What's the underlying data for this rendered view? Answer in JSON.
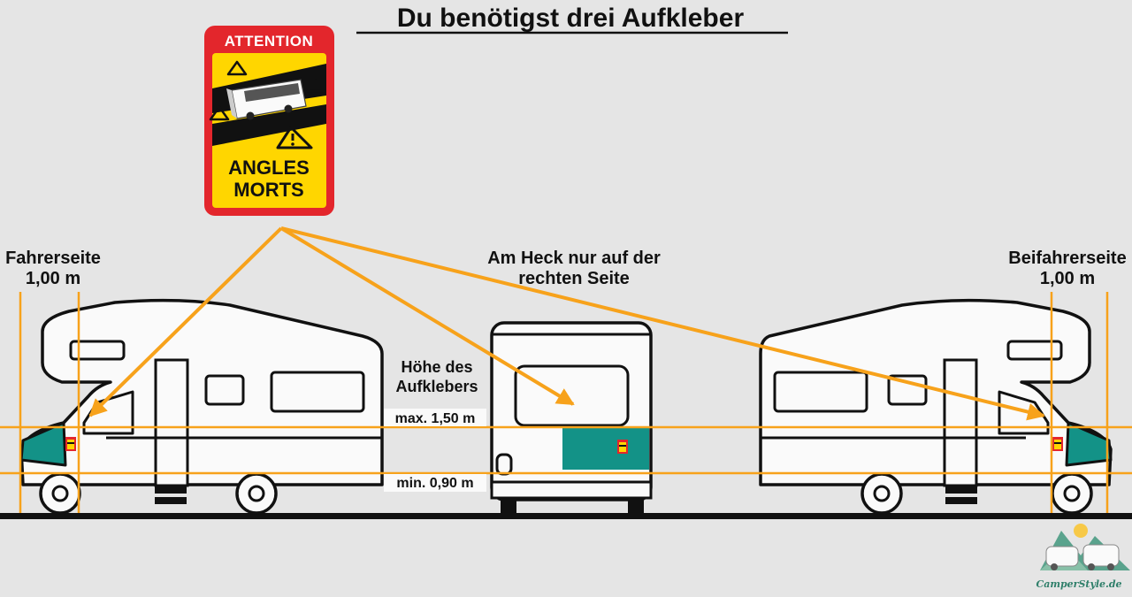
{
  "title": "Du benötigst drei Aufkleber",
  "sticker": {
    "top": "ATTENTION",
    "line1": "ANGLES",
    "line2": "MORTS"
  },
  "left": {
    "label": "Fahrerseite",
    "distance": "1,00 m"
  },
  "right": {
    "label": "Beifahrerseite",
    "distance": "1,00 m"
  },
  "rear": {
    "line1": "Am Heck nur auf der",
    "line2": "rechten Seite"
  },
  "height": {
    "line1": "Höhe des",
    "line2": "Aufklebers",
    "max": "max. 1,50 m",
    "min": "min. 0,90 m"
  },
  "logo": {
    "text": "CamperStyle.de"
  },
  "colors": {
    "arrow": "#f7a21b",
    "teal": "#139287",
    "sticker_red": "#e3262c",
    "sticker_yellow": "#ffd600",
    "background": "#e5e5e5"
  }
}
